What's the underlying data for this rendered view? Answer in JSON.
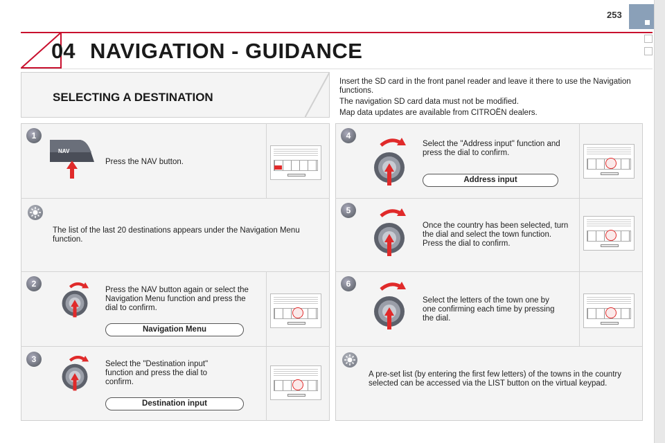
{
  "page": {
    "number": "253"
  },
  "header": {
    "chapter_number": "04",
    "chapter_title": "NAVIGATION - GUIDANCE"
  },
  "intro": {
    "section_title": "SELECTING A DESTINATION",
    "paragraphs": [
      "Insert the SD card in the front panel reader and leave it there to use the Navigation functions.",
      "The navigation SD card data must not be modified.",
      "Map data updates are available from CITROËN dealers."
    ]
  },
  "left_column": {
    "step1": {
      "number": "1",
      "text": "Press the NAV button.",
      "button_label": "NAV"
    },
    "tip1": {
      "text": "The list of the last 20 destinations appears under the Navigation Menu function."
    },
    "step2": {
      "number": "2",
      "text": "Press the NAV button again or select the Navigation Menu function and press the dial to confirm.",
      "pill": "Navigation Menu"
    },
    "step3": {
      "number": "3",
      "text": "Select the \"Destination input\" function and press the dial to confirm.",
      "pill": "Destination input"
    }
  },
  "right_column": {
    "step4": {
      "number": "4",
      "text": "Select the \"Address input\" function and press the dial to confirm.",
      "pill": "Address input"
    },
    "step5": {
      "number": "5",
      "text": "Once the country has been selected, turn the dial and select the town function. Press the dial to confirm."
    },
    "step6": {
      "number": "6",
      "text": "Select the letters of the town one by one confirming each time by pressing the dial."
    },
    "tip2": {
      "text": "A pre-set list (by entering the first few letters) of the towns in the country selected can be accessed via the LIST button on the virtual keypad."
    }
  },
  "colors": {
    "accent": "#c8102e",
    "arrow": "#e02a2a",
    "badge": "#6b6f78",
    "tab": "#8aa0b8"
  },
  "icons": [
    "step-number-badge",
    "tip-sun-icon",
    "rotary-dial-icon",
    "curved-arrow-icon",
    "nav-button-icon",
    "radio-panel-illustration"
  ]
}
